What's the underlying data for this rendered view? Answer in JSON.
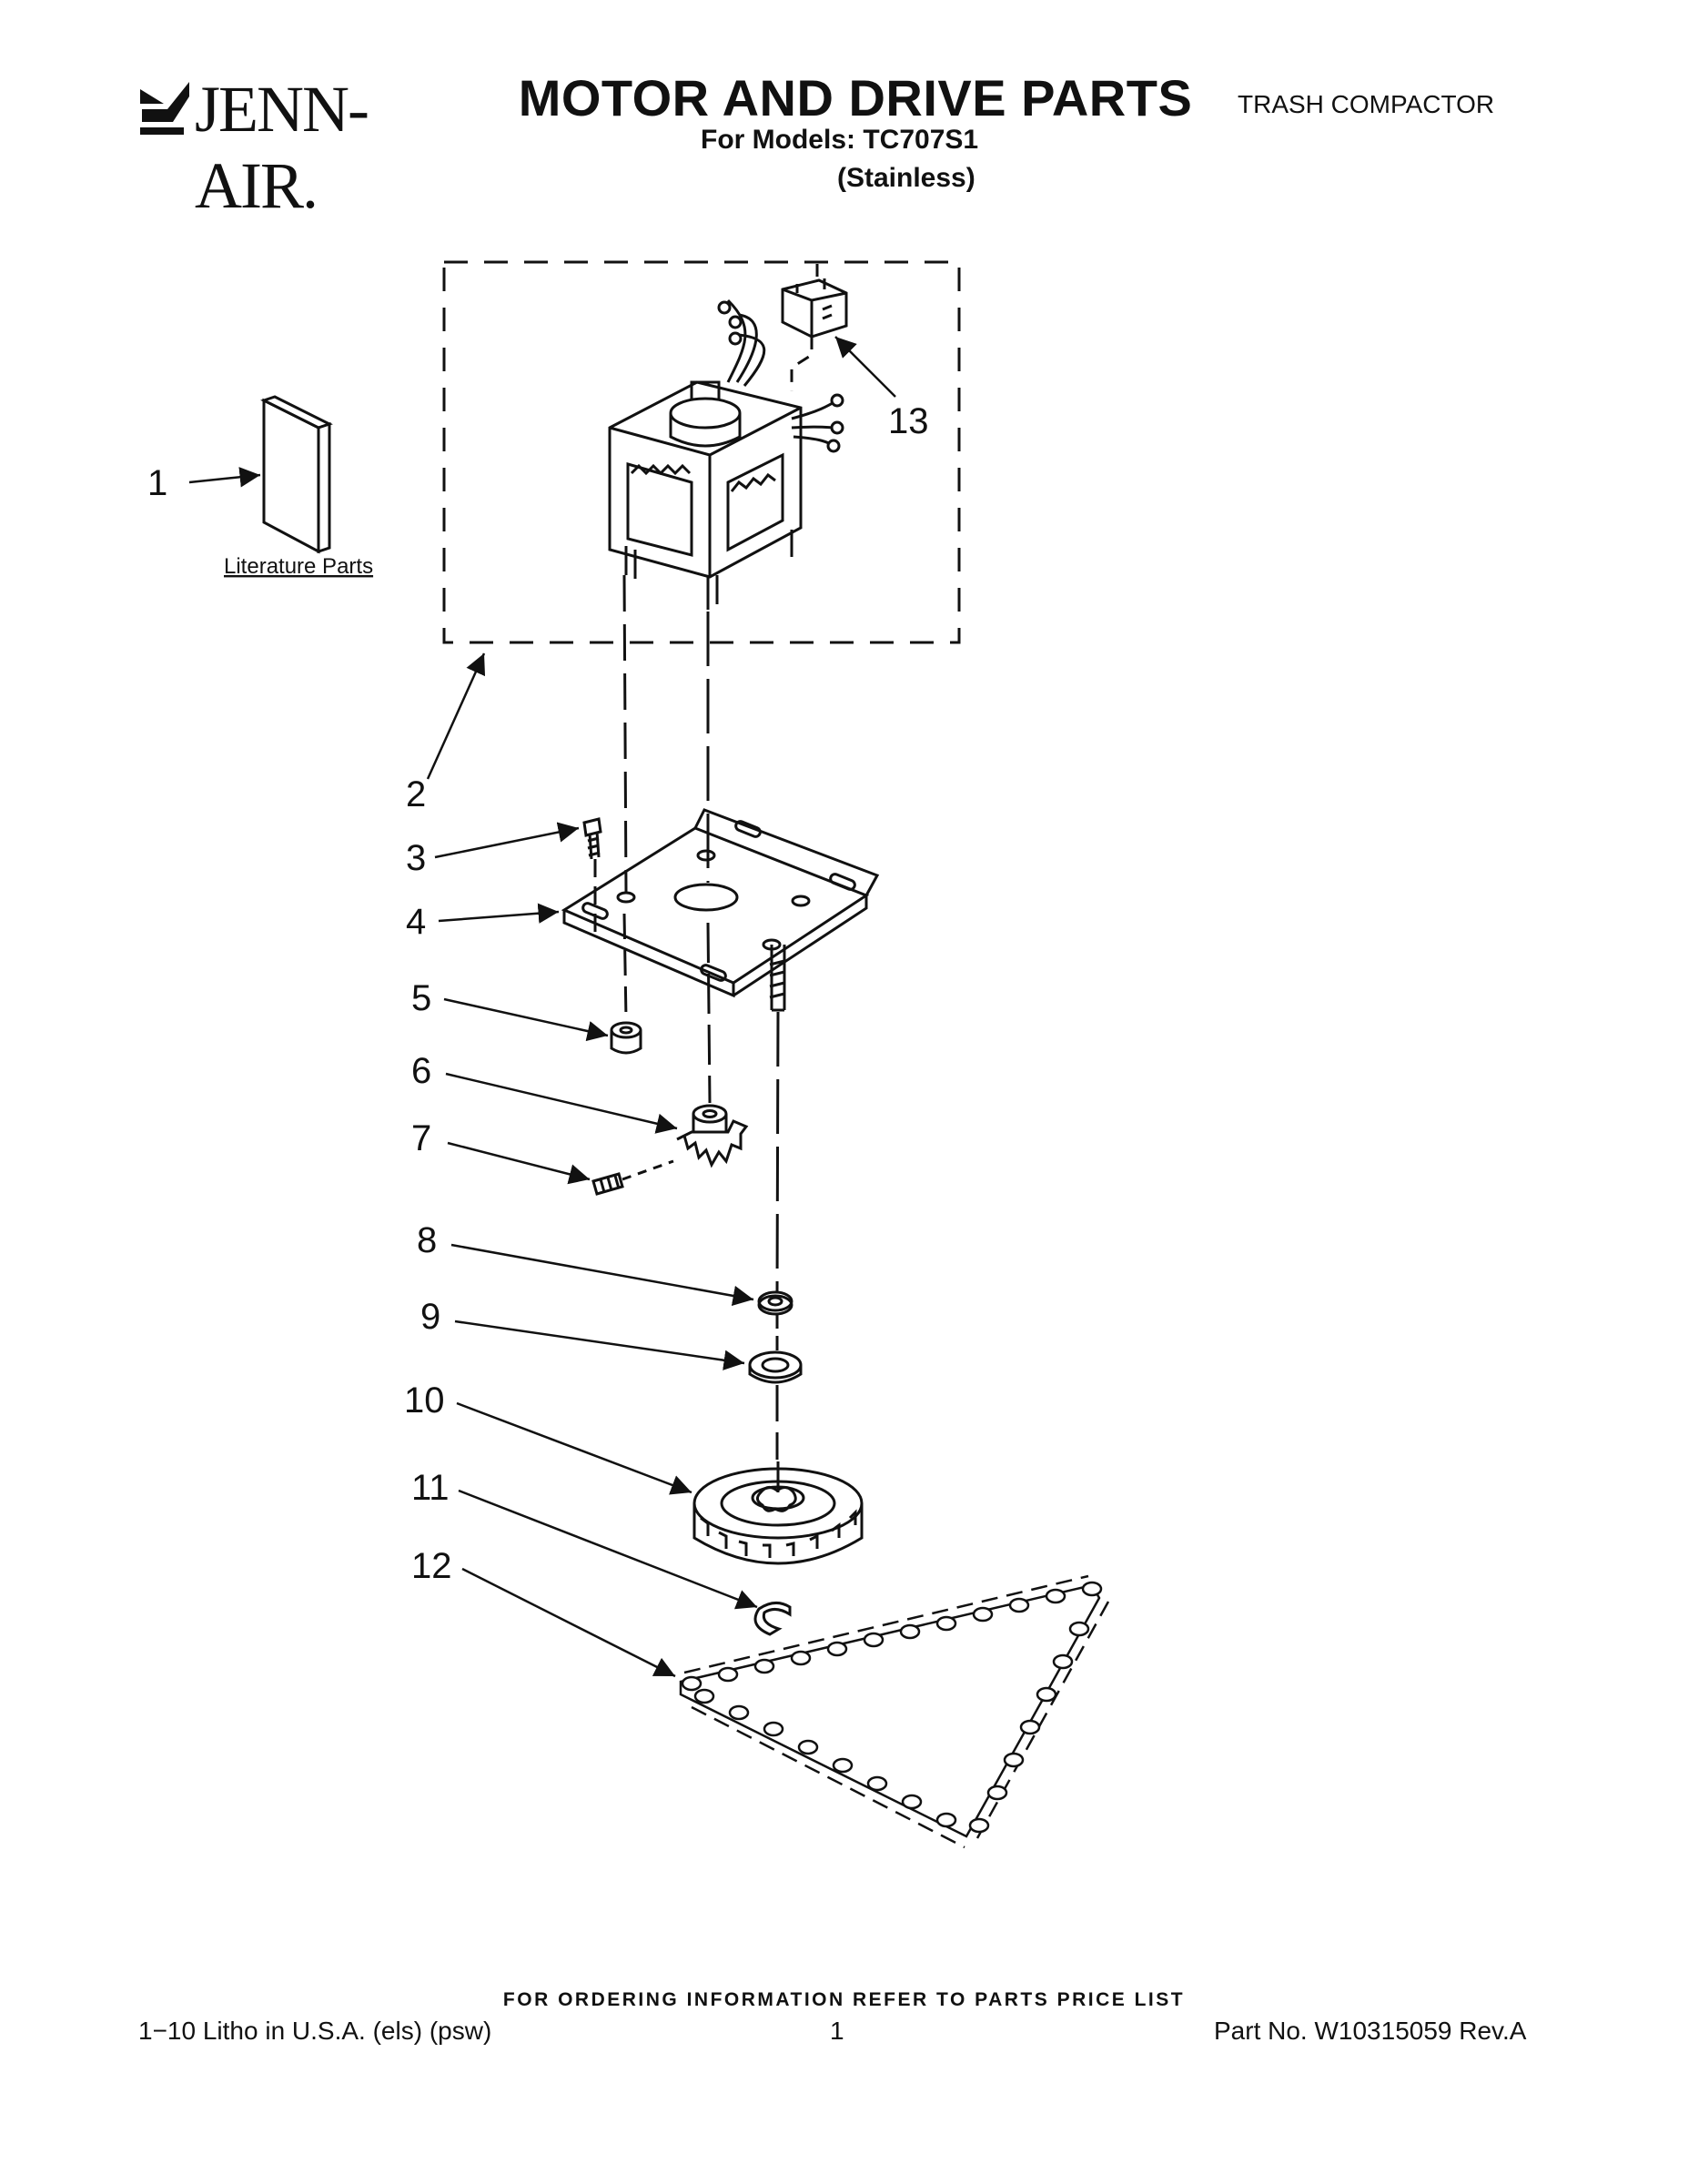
{
  "header": {
    "brand": "JENN-AIR.",
    "title": "MOTOR AND DRIVE PARTS",
    "models": "For Models: TC707S1",
    "variant": "(Stainless)",
    "product": "TRASH COMPACTOR"
  },
  "diagram": {
    "callouts": [
      "1",
      "2",
      "3",
      "4",
      "5",
      "6",
      "7",
      "8",
      "9",
      "10",
      "11",
      "12",
      "13"
    ],
    "literature_label": "Literature Parts"
  },
  "footer": {
    "ordering_note": "FOR ORDERING INFORMATION REFER TO PARTS PRICE LIST",
    "litho": "1−10 Litho in U.S.A. (els) (psw)",
    "page": "1",
    "part_number": "Part No. W10315059 Rev.A"
  }
}
